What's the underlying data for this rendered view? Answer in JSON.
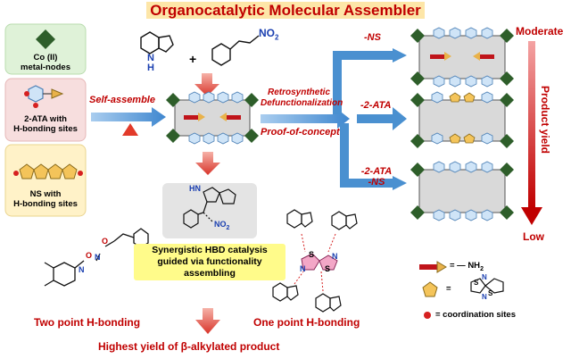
{
  "title": "Organocatalytic Molecular Assembler",
  "inputs": {
    "co_label": "Co (II)",
    "co_sub": "metal-nodes",
    "ata_label": "2-ATA with",
    "ata_sub": "H-bonding sites",
    "ns_label": "NS with",
    "ns_sub": "H-bonding sites"
  },
  "reactants": {
    "plus": "+",
    "nitro": "NO",
    "nitro_sub": "2",
    "nh": "N",
    "h": "H"
  },
  "steps": {
    "self_assemble": "Self-assemble",
    "retro1": "Retrosynthetic",
    "retro2": "Defunctionalization",
    "proof": "Proof-of-concept"
  },
  "branches": [
    "-NS",
    "-2-ATA",
    "-2-ATA",
    "-NS"
  ],
  "yield_axis": {
    "top": "Moderate",
    "mid": "Product yield",
    "bottom": "Low"
  },
  "product": {
    "nh": "HN",
    "no2": "NO",
    "no2_sub": "2"
  },
  "hbd": {
    "line1": "Synergistic HBD catalysis",
    "line2": "guided via functionality",
    "line3": "assembling"
  },
  "bottom": {
    "two_point": "Two point H-bonding",
    "one_point": "One point H-bonding",
    "highest": "Highest yield of β-alkylated product"
  },
  "atoms": {
    "O": "O",
    "N": "N",
    "H": "H",
    "S": "S"
  },
  "legend": {
    "nh2": "= — NH",
    "nh2_sub": "2",
    "eq": "=",
    "coord": "= coordination sites"
  },
  "colors": {
    "accent_red": "#c00000",
    "arrow_blue": "#4a90d0",
    "cobalt_green": "#2e5e2a",
    "hbd_yellow": "#fffb8a"
  }
}
